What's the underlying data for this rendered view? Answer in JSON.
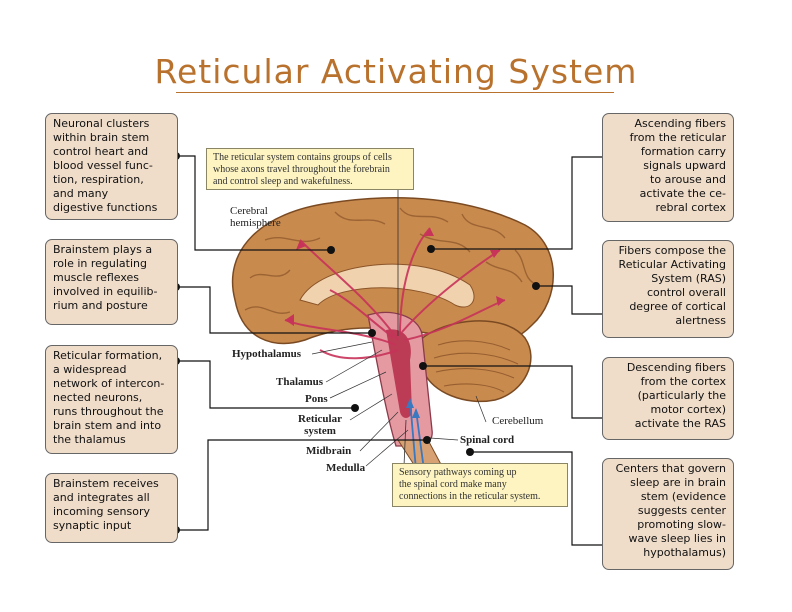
{
  "title": "Reticular Activating System",
  "left_boxes": [
    "Neuronal clusters\nwithin brain stem\ncontrol heart and\nblood vessel func-\ntion, respiration,\nand many\ndigestive functions",
    "Brainstem plays a\nrole in regulating\nmuscle reflexes\ninvolved in equilib-\nrium and posture",
    "Reticular formation,\na widespread\nnetwork of intercon-\nnected neurons,\nruns throughout the\nbrain stem and into\nthe thalamus",
    "Brainstem receives\nand integrates all\nincoming sensory\nsynaptic input"
  ],
  "right_boxes": [
    "Ascending fibers\nfrom the reticular\nformation carry\nsignals upward\nto arouse and\nactivate the ce-\nrebral cortex",
    "Fibers compose the\nReticular Activating\nSystem (RAS)\ncontrol overall\ndegree of cortical\nalertness",
    "Descending fibers\nfrom the cortex\n(particularly the\nmotor cortex)\nactivate the RAS",
    "Centers that govern\nsleep are in brain\nstem (evidence\nsuggests center\npromoting slow-\nwave sleep lies in\nhypothalamus)"
  ],
  "captions": {
    "top": "The reticular system contains groups of cells\nwhose axons travel throughout the forebrain\nand control sleep and wakefulness.",
    "bottom": "Sensory pathways coming up\nthe spinal cord make many\nconnections in the reticular system."
  },
  "brain_labels": {
    "cerebral_hemisphere": "Cerebral\nhemisphere",
    "hypothalamus": "Hypothalamus",
    "thalamus": "Thalamus",
    "pons": "Pons",
    "reticular_system": "Reticular\nsystem",
    "midbrain": "Midbrain",
    "medulla": "Medulla",
    "cerebellum": "Cerebellum",
    "spinal_cord": "Spinal cord"
  },
  "colors": {
    "title": "#b9722d",
    "box_fill": "#efdcc9",
    "caption_fill": "#fdf4c2",
    "brain": "#c98a4e",
    "fibers": "#c8335a"
  }
}
